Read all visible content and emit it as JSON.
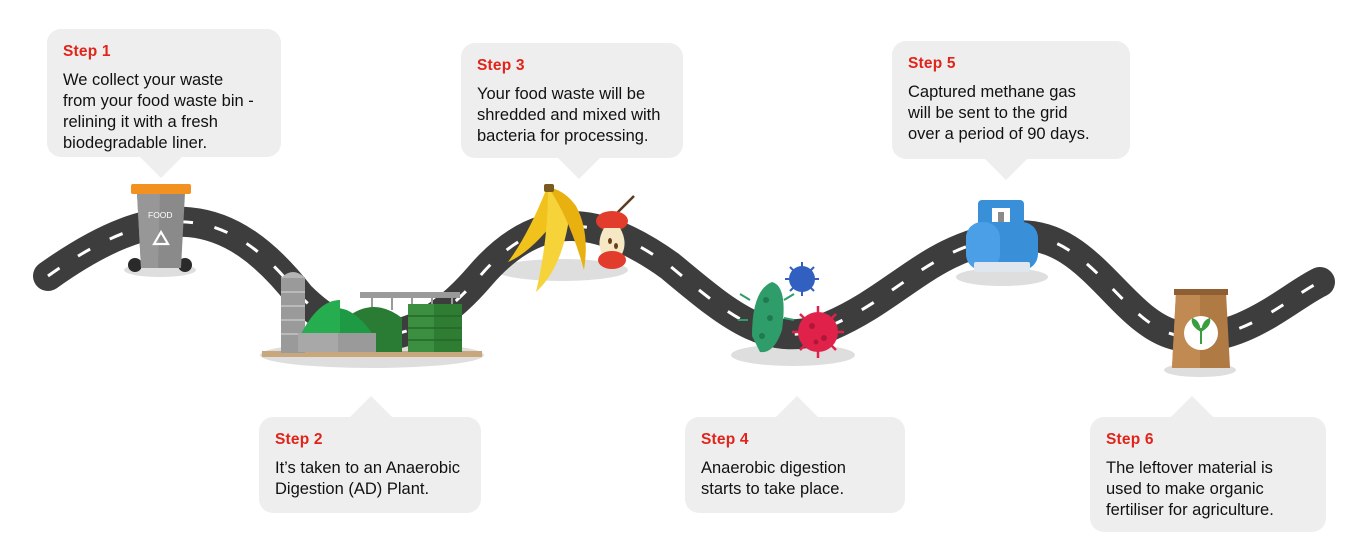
{
  "steps": [
    {
      "title": "Step 1",
      "text": "We collect your waste\nfrom your food waste bin -\nrelining it with a fresh\nbiodegradable liner."
    },
    {
      "title": "Step 2",
      "text": "It’s taken to an Anaerobic\nDigestion (AD) Plant."
    },
    {
      "title": "Step 3",
      "text": "Your food waste will be\nshredded and mixed with\nbacteria for processing."
    },
    {
      "title": "Step 4",
      "text": "Anaerobic digestion\nstarts to take place."
    },
    {
      "title": "Step 5",
      "text": "Captured methane gas\nwill be sent to the grid\nover a period of 90 days."
    },
    {
      "title": "Step 6",
      "text": "The leftover material is\nused to make organic\nfertiliser for agriculture."
    }
  ],
  "bin_label": "FOOD",
  "colors": {
    "accent": "#e2231a",
    "bubble": "#eeeeee",
    "road": "#3d3d3d",
    "road_marking": "#ffffff",
    "plant_green": "#2e8b3e",
    "gas_blue": "#3a8fd9",
    "bin_lid": "#f29020"
  },
  "icons": [
    "food-bin-icon",
    "ad-plant-icon",
    "banana-icon",
    "apple-core-icon",
    "bacteria-icon",
    "gas-cylinder-icon",
    "fertiliser-bag-icon"
  ]
}
